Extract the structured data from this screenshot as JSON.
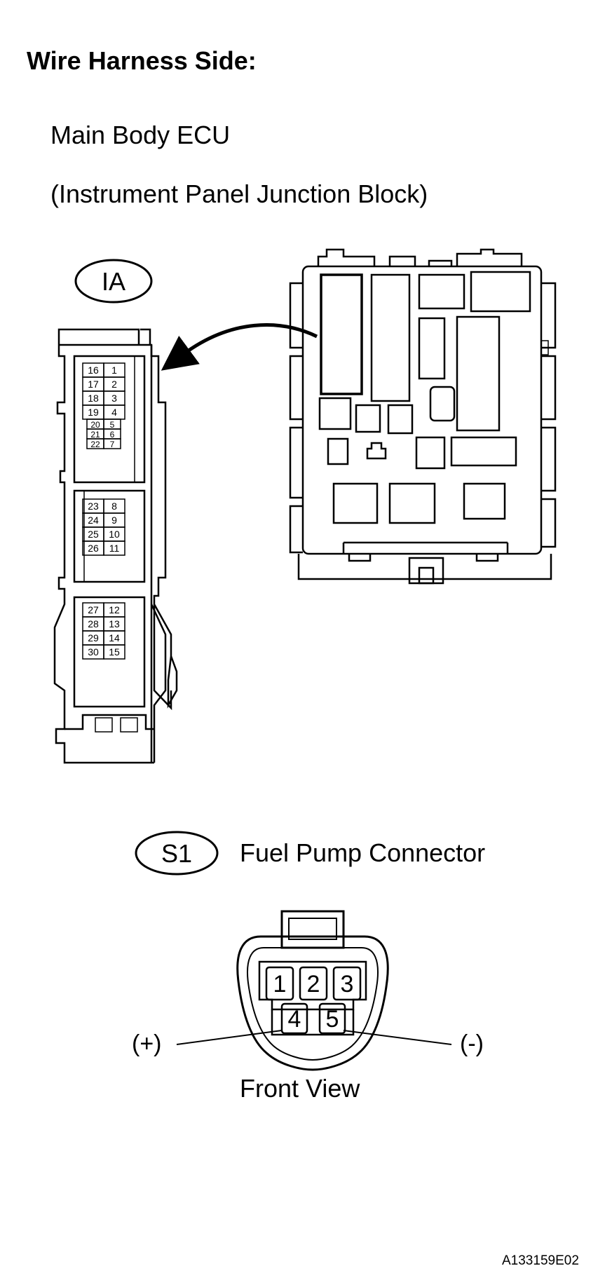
{
  "heading": "Wire Harness Side:",
  "ecu": {
    "title": "Main Body ECU",
    "subtitle": "(Instrument Panel Junction Block)",
    "connector_code": "IA",
    "pin_rows": [
      [
        "16",
        "1"
      ],
      [
        "17",
        "2"
      ],
      [
        "18",
        "3"
      ],
      [
        "19",
        "4"
      ],
      [
        "20",
        "5"
      ],
      [
        "21",
        "6"
      ],
      [
        "22",
        "7"
      ],
      [
        "23",
        "8"
      ],
      [
        "24",
        "9"
      ],
      [
        "25",
        "10"
      ],
      [
        "26",
        "11"
      ],
      [
        "27",
        "12"
      ],
      [
        "28",
        "13"
      ],
      [
        "29",
        "14"
      ],
      [
        "30",
        "15"
      ]
    ]
  },
  "fuel_pump": {
    "connector_code": "S1",
    "title": "Fuel Pump Connector",
    "pins_top": [
      "1",
      "2",
      "3"
    ],
    "pins_bottom": [
      "4",
      "5"
    ],
    "plus_label": "(+)",
    "minus_label": "(-)",
    "view_label": "Front View"
  },
  "figure_id": "A133159E02"
}
